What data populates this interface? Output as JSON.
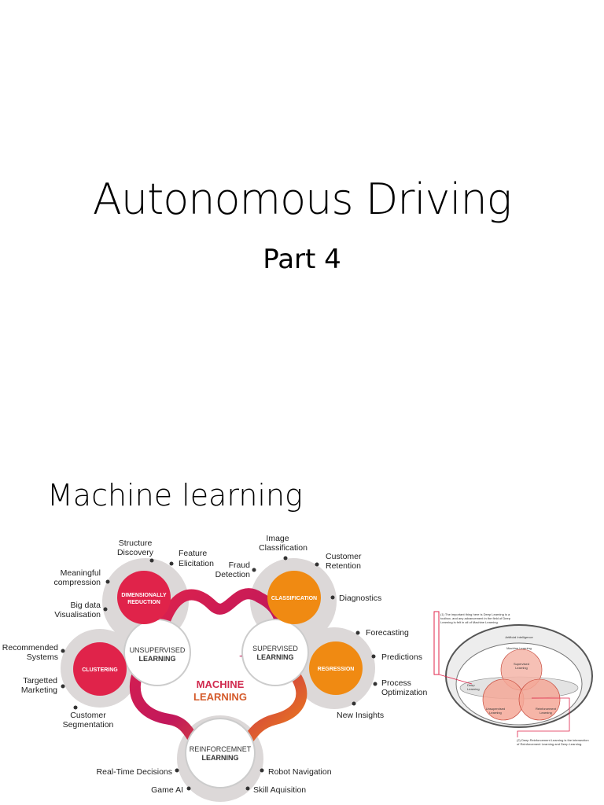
{
  "slide1": {
    "title": "Autonomous Driving",
    "subtitle": "Part 4"
  },
  "slide2": {
    "title": "Machine learning",
    "diagram": {
      "center_line1": "MACHINE",
      "center_line2": "LEARNING",
      "unsupervised": [
        "UNSUPERVISED",
        "LEARNING"
      ],
      "supervised": [
        "SUPERVISED",
        "LEARNING"
      ],
      "reinforcement": [
        "REINFORCEMNET",
        "LEARNING"
      ],
      "dimensionally": [
        "DIMENSIONALLY",
        "REDUCTION"
      ],
      "clustering": "CLUSTERING",
      "classification": "CLASSIFICATION",
      "regression": "REGRESSION",
      "labels": {
        "structure_discovery": [
          "Structure",
          "Discovery"
        ],
        "feature_elicitation": [
          "Feature",
          "Elicitation"
        ],
        "meaningful_compression": [
          "Meaningful",
          "compression"
        ],
        "big_data": [
          "Big data",
          "Visualisation"
        ],
        "recommended_systems": [
          "Recommended",
          "Systems"
        ],
        "targetted_marketing": [
          "Targetted",
          "Marketing"
        ],
        "customer_segmentation": [
          "Customer",
          "Segmentation"
        ],
        "image_classification": [
          "Image",
          "Classification"
        ],
        "customer_retention": [
          "Customer",
          "Retention"
        ],
        "fraud_detection": [
          "Fraud",
          "Detection"
        ],
        "diagnostics": "Diagnostics",
        "forecasting": "Forecasting",
        "predictions": "Predictions",
        "process_optimization": [
          "Process",
          "Optimization"
        ],
        "new_insights": "New Insights",
        "realtime_decisions": "Real-Time Decisions",
        "robot_navigation": "Robot Navigation",
        "game_ai": "Game AI",
        "skill_aquisition": "Skill Aquisition"
      }
    },
    "venn": {
      "note_top": [
        "(1) The important thing here is Deep Learning is a",
        "toolbox, and any advancement in the field of Deep",
        "Learning is felt in all of Machine Learning."
      ],
      "artificial_intelligence": "Artificial Intelligence",
      "machine_learning": "Machine Learning",
      "supervised": [
        "Supervised",
        "Learning"
      ],
      "deep": [
        "Deep",
        "Learning"
      ],
      "unsupervised": [
        "Unsupervised",
        "Learning"
      ],
      "reinforcement": [
        "Reinforcement",
        "Learning"
      ],
      "note_bottom": [
        "(2) Deep Reinforcement Learning is the intersection",
        "of Reinforcement Learning and Deep Learning."
      ]
    },
    "colors": {
      "crimson": "#e0234a",
      "orange": "#f08a12",
      "magenta": "#c2185b",
      "ring": "#d8d4d4"
    }
  }
}
